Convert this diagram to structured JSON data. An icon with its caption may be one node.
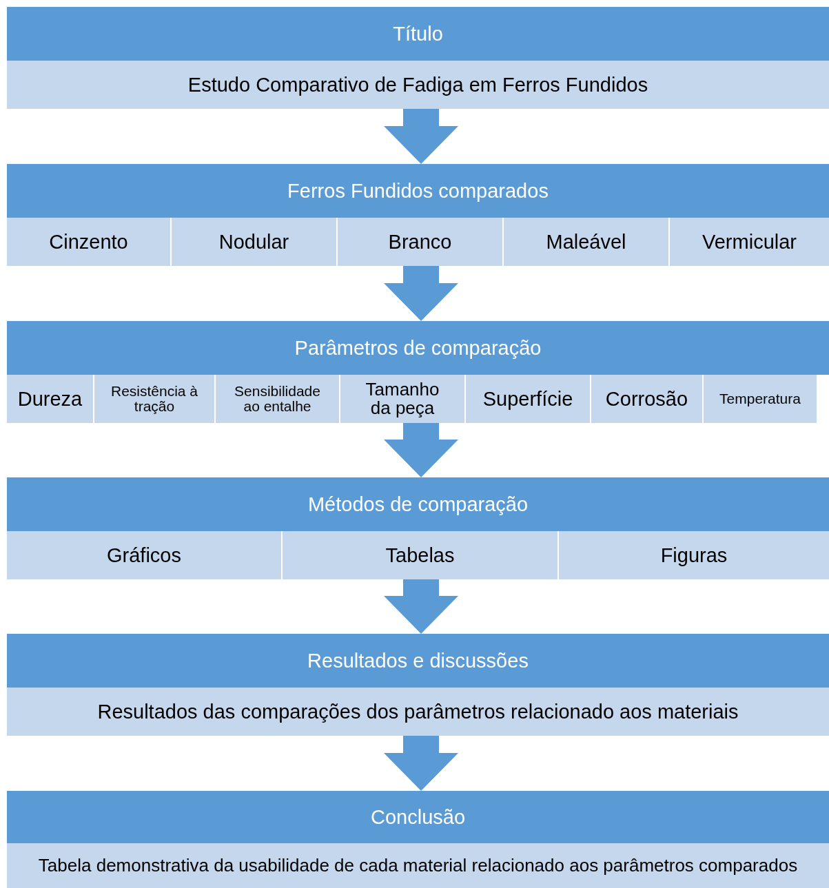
{
  "diagram": {
    "nodes": [
      {
        "text": [
          "Título"
        ]
      },
      {
        "text": [
          "Estudo Comparativo de Fadiga em Ferros Fundidos"
        ]
      },
      {
        "text": [
          "Ferros Fundidos comparados"
        ]
      },
      {
        "text": [
          "Cinzento"
        ]
      },
      {
        "text": [
          "Nodular"
        ]
      },
      {
        "text": [
          "Branco"
        ]
      },
      {
        "text": [
          "Maleável"
        ]
      },
      {
        "text": [
          "Vermicular"
        ]
      },
      {
        "text": [
          "Parâmetros de comparação"
        ]
      },
      {
        "text": [
          "Dureza"
        ]
      },
      {
        "text": [
          "Resistência à tração"
        ]
      },
      {
        "text": [
          "Sensibilidade ao entalhe"
        ]
      },
      {
        "text": [
          "Tamanho da peça"
        ]
      },
      {
        "text": [
          "Superfície"
        ]
      },
      {
        "text": [
          "Corrosão"
        ]
      },
      {
        "text": [
          "Temperatura"
        ]
      },
      {
        "text": [
          "Métodos  de comparação"
        ]
      },
      {
        "text": [
          "Gráficos"
        ]
      },
      {
        "text": [
          "Tabelas"
        ]
      },
      {
        "text": [
          "Figuras"
        ]
      },
      {
        "text": [
          "Resultados e discussões"
        ]
      },
      {
        "text": [
          "Resultados das comparações dos parâmetros relacionado aos materiais"
        ]
      },
      {
        "text": [
          "Conclusão"
        ]
      },
      {
        "text": [
          "Tabela demonstrativa da usabilidade de cada material relacionado aos parâmetros comparados"
        ]
      }
    ],
    "edges": [
      {
        "from": 1,
        "to": 2,
        "arrow": "to"
      },
      {
        "from": 5,
        "to": 8,
        "arrow": "to"
      },
      {
        "from": 12,
        "to": 16,
        "arrow": "to"
      },
      {
        "from": 18,
        "to": 20,
        "arrow": "to"
      },
      {
        "from": 21,
        "to": 22,
        "arrow": "to"
      }
    ]
  }
}
